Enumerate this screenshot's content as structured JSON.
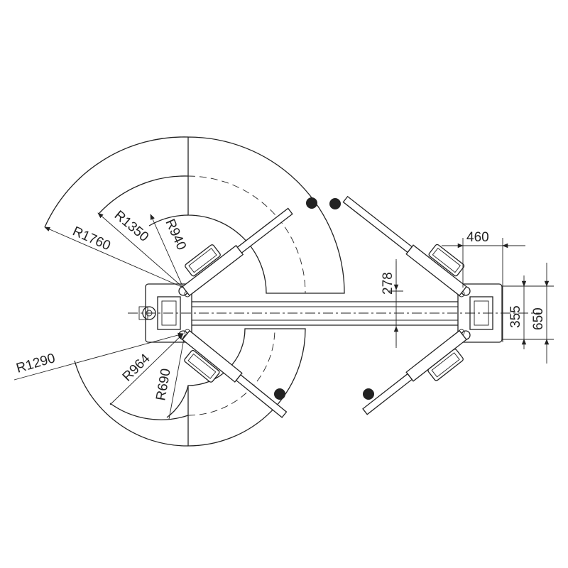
{
  "dimensions": {
    "r1760": "R1760",
    "r1350": "R1350",
    "r940": "R940",
    "r1290": "R1290",
    "r964": "R964",
    "r690": "R690",
    "d278": "278",
    "d460": "460",
    "d355": "355",
    "d650": "650"
  },
  "colors": {
    "line": "#222222",
    "background": "#ffffff",
    "hatch": "#222222"
  }
}
